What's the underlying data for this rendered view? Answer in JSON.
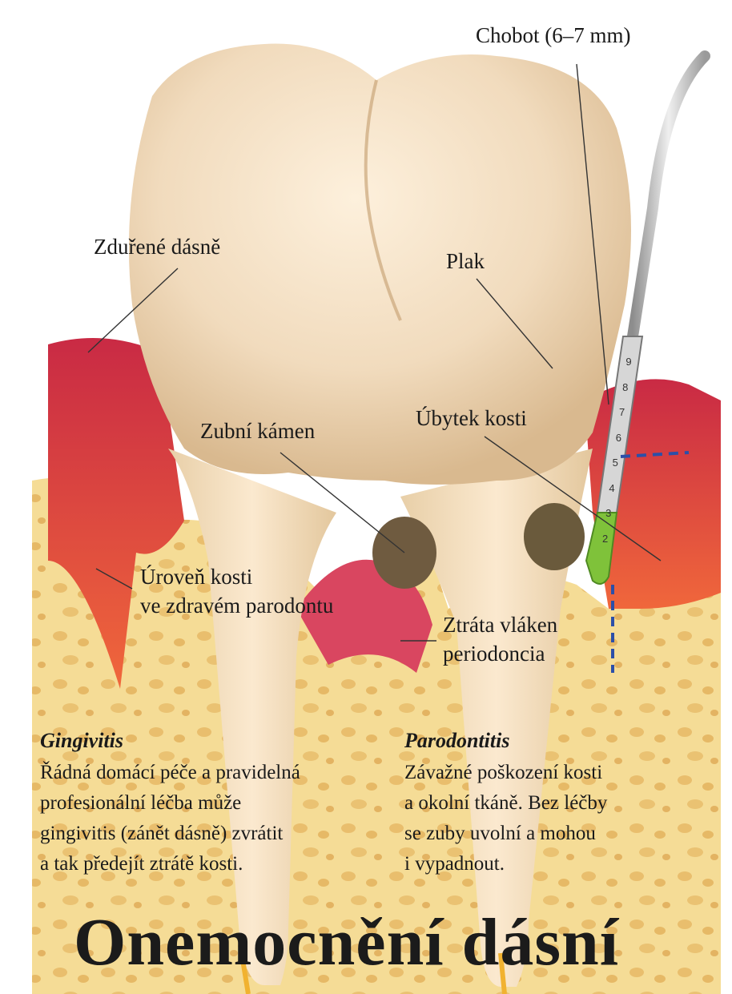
{
  "labels": {
    "chobot": "Chobot (6–7 mm)",
    "zdurene": "Zduřené dásně",
    "plak": "Plak",
    "ubytek": "Úbytek kosti",
    "zubni_kamen": "Zubní kámen",
    "uroven_line1": "Úroveň kosti",
    "uroven_line2": "ve zdravém parodontu",
    "ztrata_line1": "Ztráta vláken",
    "ztrata_line2": "periodoncia"
  },
  "probe_marks": [
    "9",
    "8",
    "7",
    "6",
    "5",
    "4",
    "3",
    "2"
  ],
  "gingivitis": {
    "heading": "Gingivitis",
    "lines": [
      "Řádná domácí péče a pravidelná",
      "profesionální léčba může",
      "gingivitis (zánět dásně) zvrátit",
      "a tak předejít ztrátě kosti."
    ]
  },
  "parodontitis": {
    "heading": "Parodontitis",
    "lines": [
      "Závažné poškození kosti",
      "a okolní tkáně. Bez léčby",
      "se zuby uvolní a mohou",
      "i vypadnout."
    ]
  },
  "title": "Onemocnění dásní",
  "colors": {
    "enamel": "#f3dcc0",
    "gum": "#d8384a",
    "gum_inflamed": "#f05a3a",
    "bone": "#f4d88e",
    "calculus": "#6e5a3e",
    "probe_steel": "#b9b9b9",
    "probe_tip": "#7fc23a",
    "pocket_line": "#2c4fa8"
  }
}
